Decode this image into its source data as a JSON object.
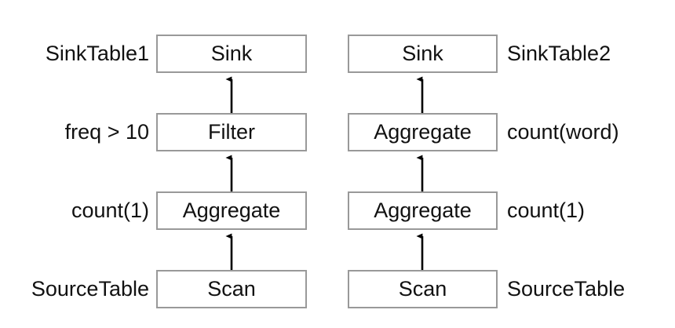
{
  "diagram": {
    "type": "query-plan-dag",
    "background_color": "#ffffff",
    "box_border_color": "#999999",
    "box_fill_color": "#ffffff",
    "text_color": "#111111",
    "arrow_color": "#000000",
    "arrow_direction": "upward",
    "pipelines": [
      {
        "id": "pipeline-left",
        "label_side": "left",
        "nodes": [
          {
            "operator": "Sink",
            "annotation": "SinkTable1"
          },
          {
            "operator": "Filter",
            "annotation": "freq > 10"
          },
          {
            "operator": "Aggregate",
            "annotation": "count(1)"
          },
          {
            "operator": "Scan",
            "annotation": "SourceTable"
          }
        ]
      },
      {
        "id": "pipeline-right",
        "label_side": "right",
        "nodes": [
          {
            "operator": "Sink",
            "annotation": "SinkTable2"
          },
          {
            "operator": "Aggregate",
            "annotation": "count(word)"
          },
          {
            "operator": "Aggregate",
            "annotation": "count(1)"
          },
          {
            "operator": "Scan",
            "annotation": "SourceTable"
          }
        ]
      }
    ]
  }
}
